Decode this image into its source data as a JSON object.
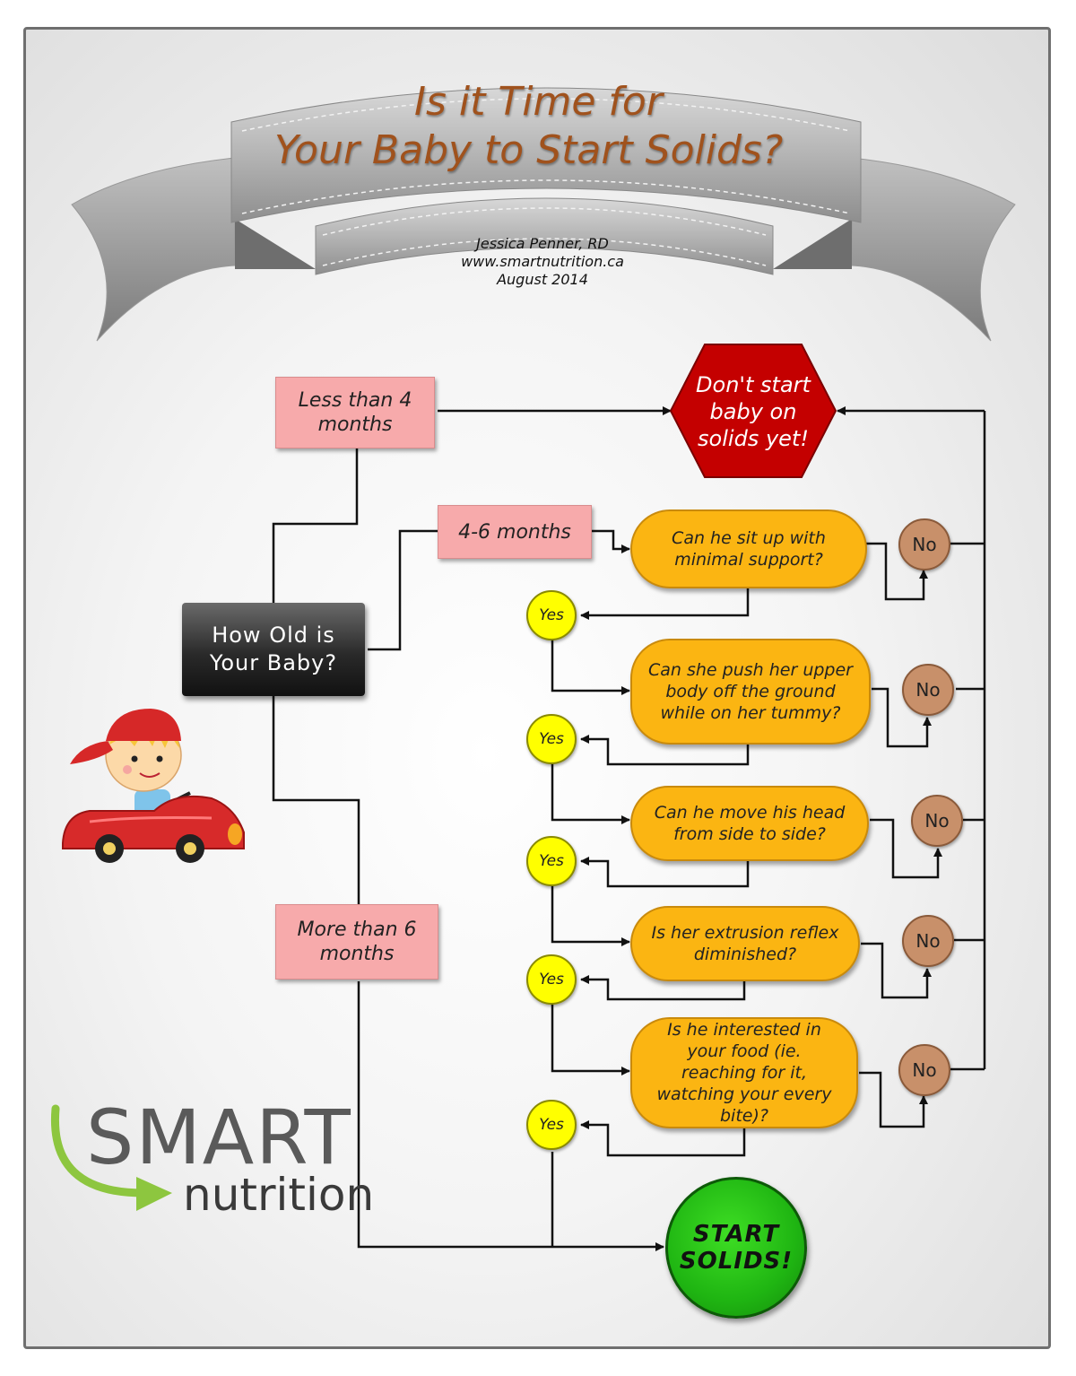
{
  "header": {
    "title_line1": "Is it Time for",
    "title_line2": "Your Baby to Start Solids?",
    "author": "Jessica Penner, RD",
    "website": "www.smartnutrition.ca",
    "date": "August 2014"
  },
  "flowchart": {
    "start_node": "How Old is Your Baby?",
    "age_less_4": "Less than 4 months",
    "age_4_6": "4-6 months",
    "age_more_6": "More than 6 months",
    "stop_node": "Don't start baby on solids yet!",
    "questions": [
      "Can he sit up with minimal support?",
      "Can she push her upper body off the ground while on her tummy?",
      "Can he move his head from side to side?",
      "Is her extrusion reflex diminished?",
      "Is he interested in your food (ie. reaching for it, watching your every bite)?"
    ],
    "yes_label": "Yes",
    "no_label": "No",
    "end_node": "START SOLIDS!"
  },
  "logo": {
    "smart": "SMART",
    "nutrition": "nutrition"
  },
  "colors": {
    "title": "#a0521d",
    "age_boxes": "#f7aaab",
    "questions": "#fbb512",
    "yes": "#ffff00",
    "no": "#c8906a",
    "stop": "#c00000",
    "start": "#1fb512",
    "logo_green": "#8dc63f"
  },
  "icons": [
    "ribbon-banner",
    "boy-in-red-car-illustration",
    "smart-nutrition-arrow-logo"
  ]
}
